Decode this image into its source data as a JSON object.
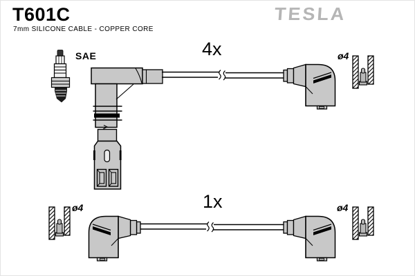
{
  "header": {
    "part_number": "T601C",
    "subtitle": "7mm SILICONE CABLE - COPPER CORE",
    "brand": "TESLA"
  },
  "labels": {
    "sae": "SAE",
    "qty_top": "4x",
    "qty_bottom": "1x",
    "diameter": "ø4"
  },
  "icons": [
    "spark-plug-icon",
    "right-angle-boot-icon",
    "coil-connector-boot-icon",
    "terminal-cross-section-icon",
    "cable-break-icon"
  ],
  "colors": {
    "boot_gray": "#c8c8c8",
    "logo_gray": "#b5b5b5",
    "outline_black": "#000000",
    "background": "#ffffff"
  }
}
